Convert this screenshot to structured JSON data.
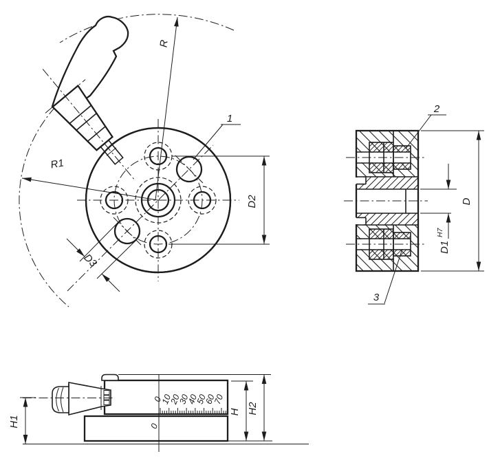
{
  "drawing": {
    "labels": {
      "front_view": {
        "radius_lever_tip": "R",
        "radius_clamp": "R1",
        "bolt_circle": "D2",
        "hole_diameter": "D3",
        "callout_1": "1"
      },
      "section_view": {
        "callout_2": "2",
        "callout_3": "3",
        "outer_diameter": "D",
        "bore_diameter": "D1",
        "bore_fit": "H7"
      },
      "side_view": {
        "lever_height": "H1",
        "body_height": "H",
        "total_height": "H2",
        "zero_index": "0",
        "scale_ticks": [
          "0",
          "10",
          "20",
          "30",
          "40",
          "50",
          "60",
          "70"
        ]
      }
    },
    "colors": {
      "line": "#1d1d1d",
      "background": "#ffffff"
    }
  }
}
